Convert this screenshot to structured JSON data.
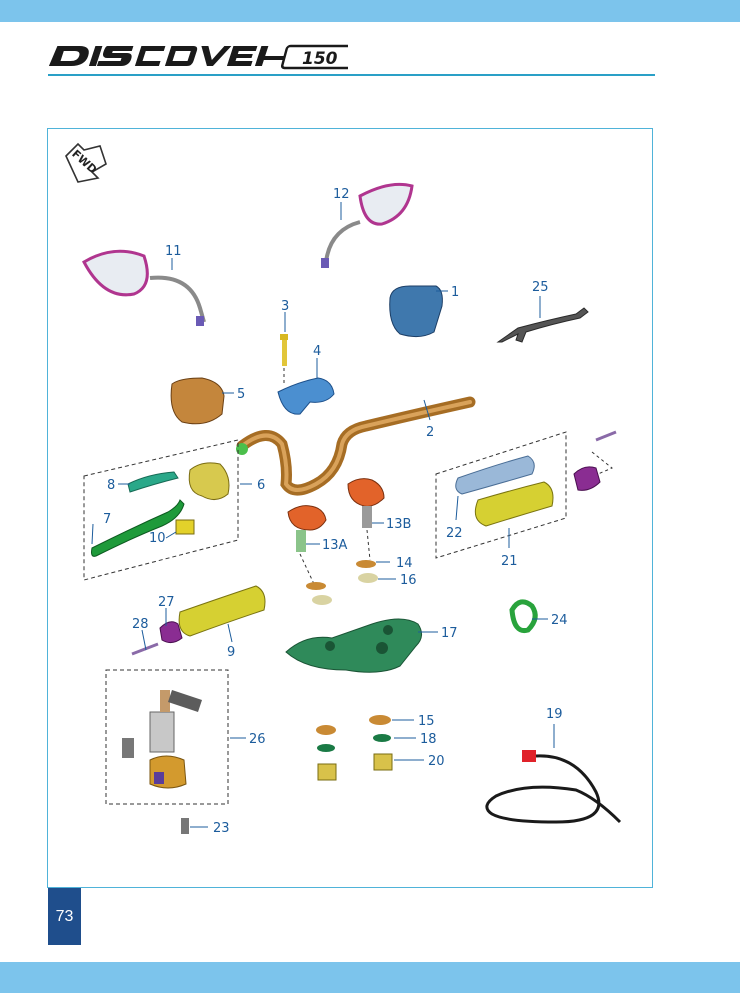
{
  "header": {
    "model_logo_text": "DISCOVER 150"
  },
  "page": {
    "number": "73"
  },
  "diagram": {
    "direction_label": "FWD",
    "callouts": [
      "1",
      "2",
      "3",
      "4",
      "5",
      "6",
      "7",
      "8",
      "9",
      "10",
      "11",
      "12",
      "13A",
      "13B",
      "14",
      "15",
      "16",
      "17",
      "18",
      "19",
      "20",
      "21",
      "22",
      "23",
      "24",
      "25",
      "26",
      "27",
      "28"
    ]
  },
  "colors": {
    "band": "#7cc4ec",
    "rule": "#2aa0c7",
    "frame": "#4fb3d9",
    "page_badge": "#1f4e8c",
    "callout_text": "#1c5c9c"
  }
}
